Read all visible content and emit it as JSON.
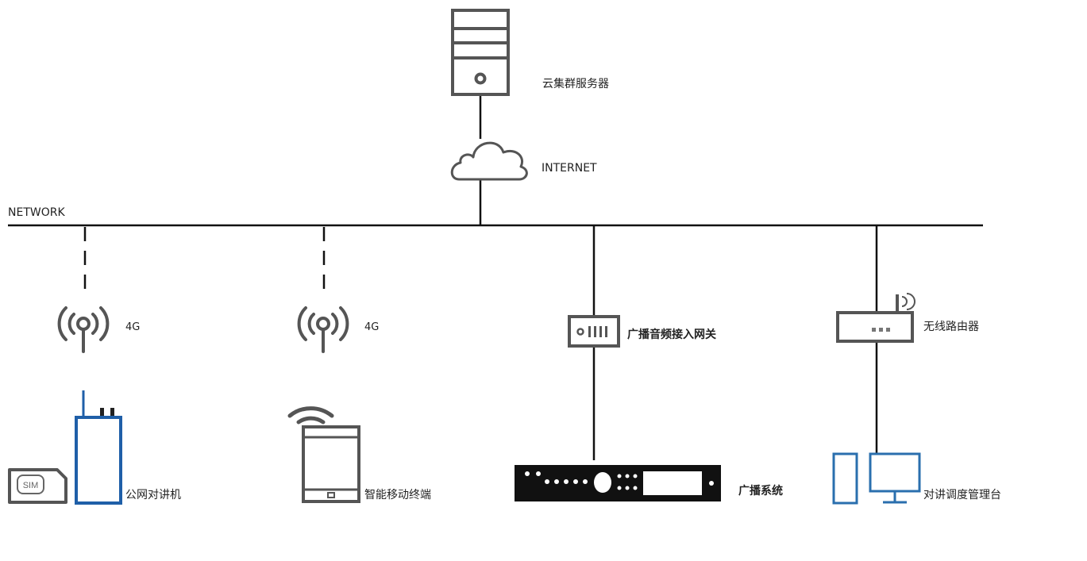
{
  "labels": {
    "cloud_server": "云集群服务器",
    "internet": "INTERNET",
    "network": "NETWORK",
    "signal_left": "4G",
    "signal_mid": "4G",
    "gateway": "广播音频接入网关",
    "router": "无线路由器",
    "radio": "公网对讲机",
    "tablet": "智能移动终端",
    "broadcast": "广播系统",
    "console": "对讲调度管理台",
    "sim": "SIM"
  },
  "colors": {
    "line": "#111111",
    "device_gray": "#555555",
    "device_blue": "#1f5fa8",
    "console_blue": "#2a6fae",
    "panel_black": "#111111"
  }
}
